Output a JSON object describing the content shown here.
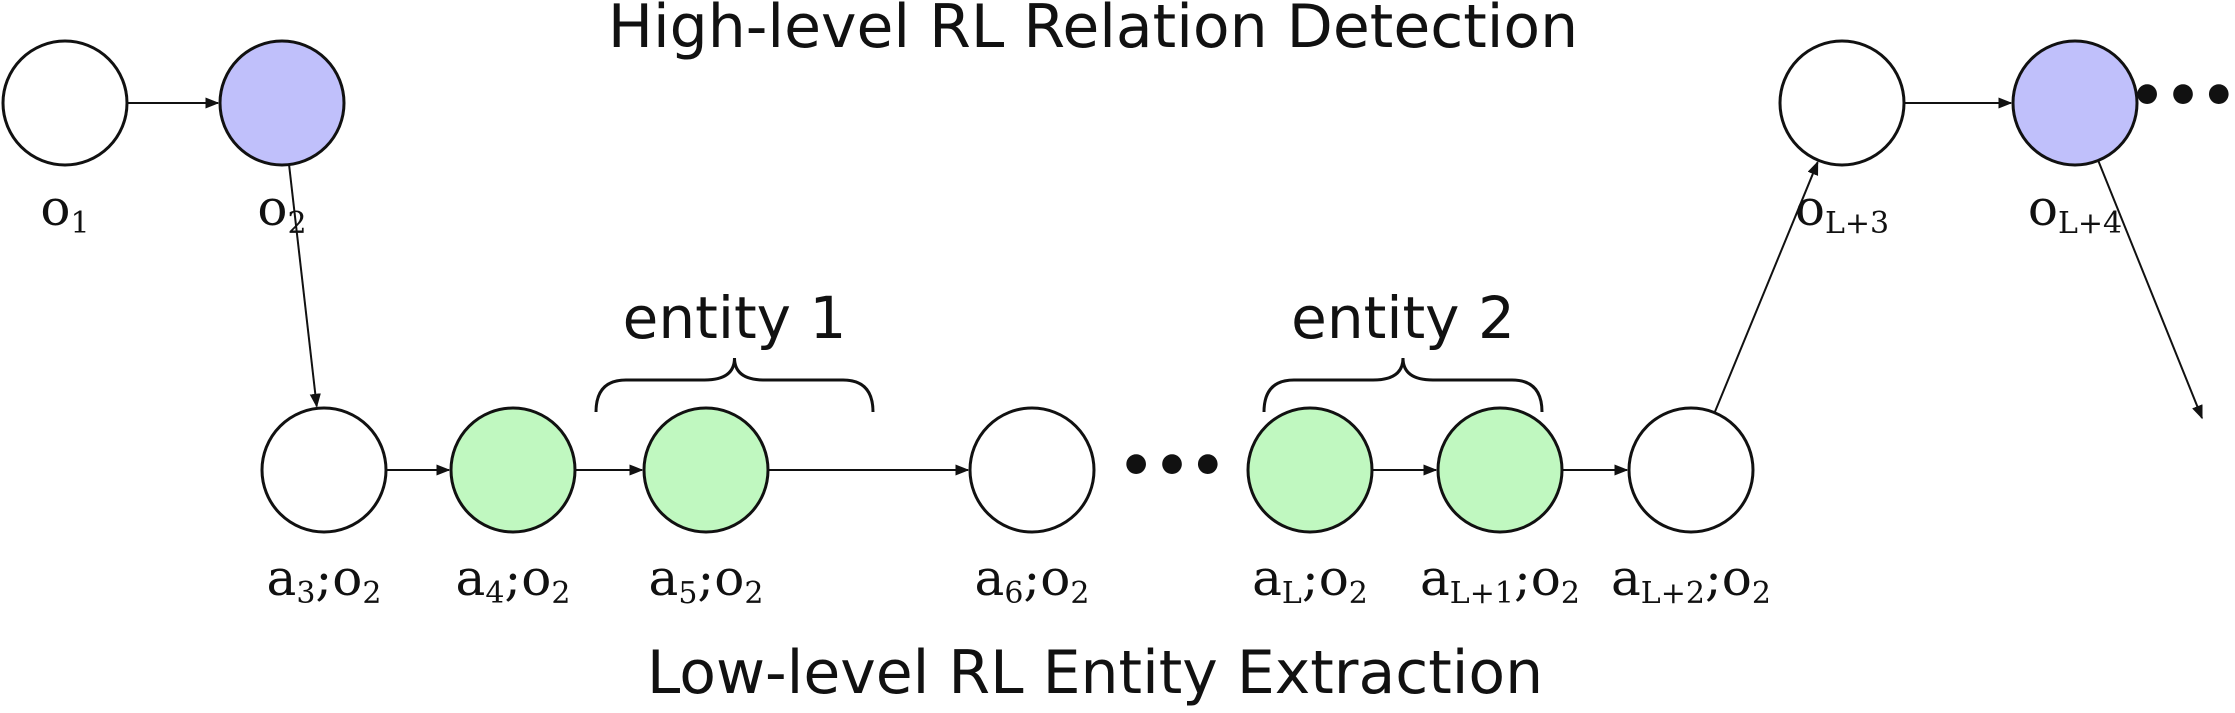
{
  "titles": {
    "top": "High-level RL Relation Detection",
    "bottom": "Low-level RL Entity Extraction"
  },
  "colors": {
    "high_level_option": "#c0c0fb",
    "entity_action": "#c0f8c0",
    "empty": "#ffffff",
    "stroke": "#111111"
  },
  "ellipsis": "•••",
  "high_level_nodes": [
    {
      "id": "o1",
      "base": "o",
      "sub": "1",
      "fill": "#ffffff"
    },
    {
      "id": "o2",
      "base": "o",
      "sub": "2",
      "fill": "#c0c0fb"
    },
    {
      "id": "oL3",
      "base": "o",
      "sub": "L+3",
      "fill": "#ffffff"
    },
    {
      "id": "oL4",
      "base": "o",
      "sub": "L+4",
      "fill": "#c0c0fb"
    }
  ],
  "low_level_nodes": [
    {
      "id": "a3",
      "base": "a",
      "sub": "3",
      "suffix": ";o",
      "suffix_sub": "2",
      "fill": "#ffffff"
    },
    {
      "id": "a4",
      "base": "a",
      "sub": "4",
      "suffix": ";o",
      "suffix_sub": "2",
      "fill": "#c0f8c0"
    },
    {
      "id": "a5",
      "base": "a",
      "sub": "5",
      "suffix": ";o",
      "suffix_sub": "2",
      "fill": "#c0f8c0"
    },
    {
      "id": "a6",
      "base": "a",
      "sub": "6",
      "suffix": ";o",
      "suffix_sub": "2",
      "fill": "#ffffff"
    },
    {
      "id": "aL",
      "base": "a",
      "sub": "L",
      "suffix": ";o",
      "suffix_sub": "2",
      "fill": "#c0f8c0"
    },
    {
      "id": "aL1",
      "base": "a",
      "sub": "L+1",
      "suffix": ";o",
      "suffix_sub": "2",
      "fill": "#c0f8c0"
    },
    {
      "id": "aL2",
      "base": "a",
      "sub": "L+2",
      "suffix": ";o",
      "suffix_sub": "2",
      "fill": "#ffffff"
    }
  ],
  "entities": [
    {
      "id": "entity1",
      "label": "entity 1",
      "spans": [
        "a4",
        "a5"
      ]
    },
    {
      "id": "entity2",
      "label": "entity 2",
      "spans": [
        "aL",
        "aL1"
      ]
    }
  ]
}
